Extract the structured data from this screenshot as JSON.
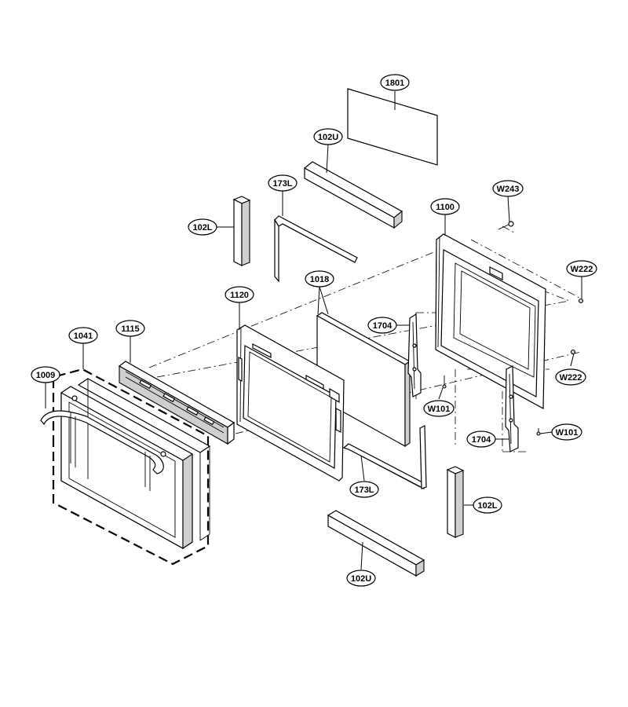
{
  "callouts": {
    "c1801": "1801",
    "c102u_top": "102U",
    "c173l_top": "173L",
    "c102l_left": "102L",
    "c1100": "1100",
    "cw243": "W243",
    "cw222_top": "W222",
    "c1018": "1018",
    "c1120": "1120",
    "c1704_top": "1704",
    "c1041": "1041",
    "c1115": "1115",
    "c1009": "1009",
    "cw222_bot": "W222",
    "cw101_left": "W101",
    "c1704_bot": "1704",
    "cw101_right": "W101",
    "c173l_bot": "173L",
    "c102l_right": "102L",
    "c102u_bot": "102U"
  }
}
